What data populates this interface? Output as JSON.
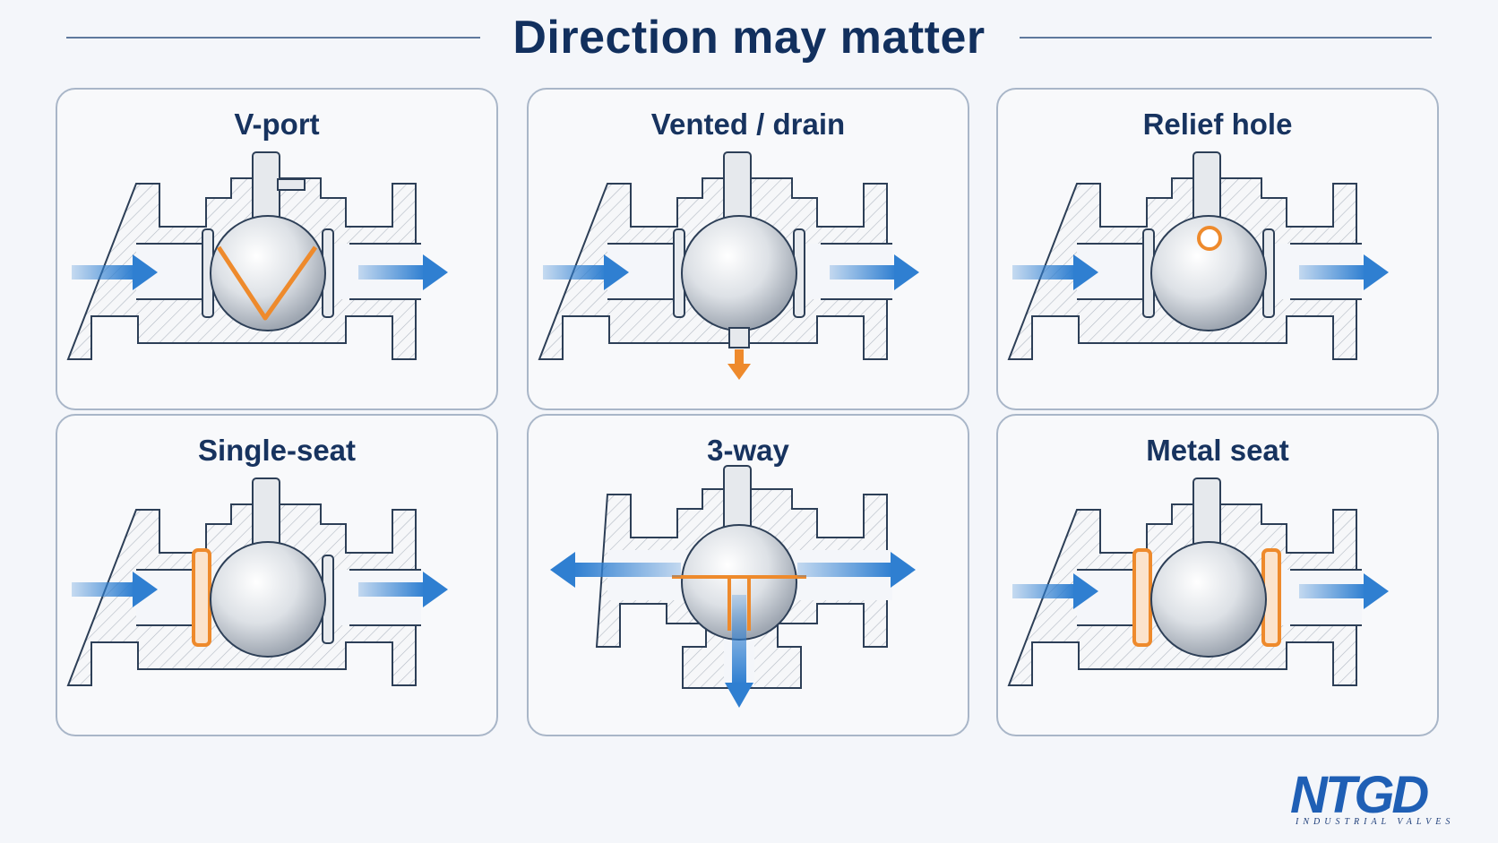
{
  "title": "Direction may matter",
  "cards": [
    {
      "label": "V-port"
    },
    {
      "label": "Vented / drain"
    },
    {
      "label": "Relief hole"
    },
    {
      "label": "Single-seat"
    },
    {
      "label": "3-way"
    },
    {
      "label": "Metal seat"
    }
  ],
  "logo": {
    "mark": "NTGD",
    "tagline": "INDUSTRIAL VALVES"
  },
  "colors": {
    "flow": "#2f7fd1",
    "accent": "#ee8a2c",
    "outline": "#2d3f57",
    "title": "#12305e"
  }
}
